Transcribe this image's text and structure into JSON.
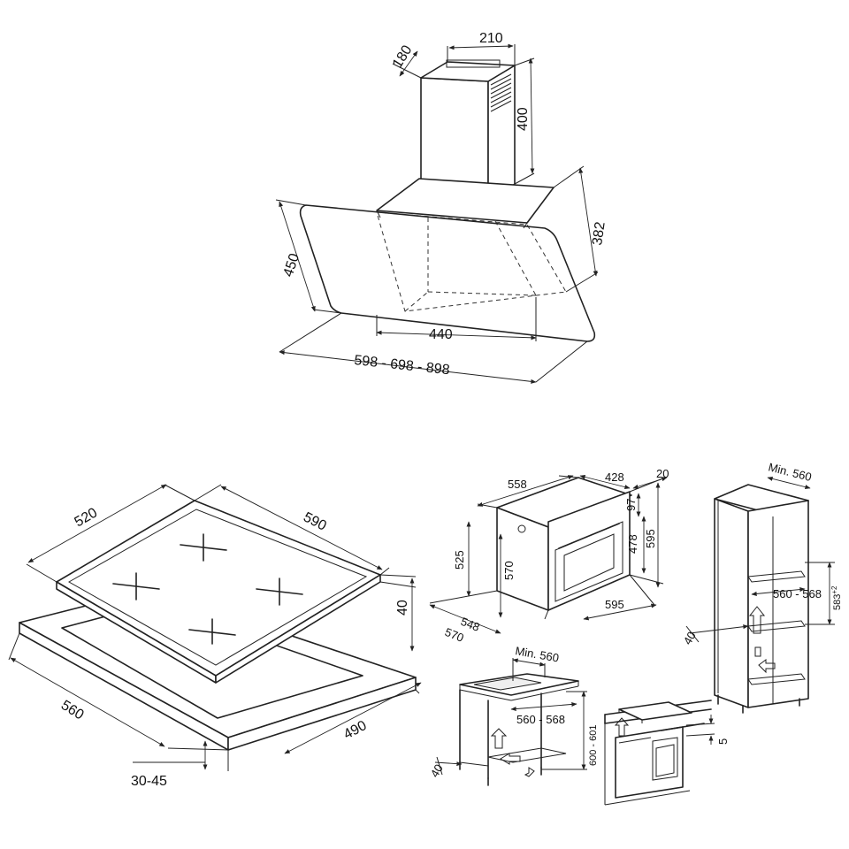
{
  "hood": {
    "dim_chimney_depth": "180",
    "dim_chimney_width": "210",
    "dim_chimney_height": "400",
    "dim_body_height": "382",
    "dim_glass_height": "450",
    "dim_inner_width": "440",
    "dim_total_width": "598 - 698 - 898"
  },
  "hob": {
    "dim_depth": "520",
    "dim_width": "590",
    "dim_thickness": "40",
    "dim_cutout_width": "560",
    "dim_cutout_depth": "490",
    "dim_worktop": "30-45"
  },
  "oven": {
    "dim_width": "558",
    "dim_depth": "428",
    "dim_front": "20",
    "dim_top": "97",
    "dim_inner_height": "478",
    "dim_height": "595",
    "dim_body_height": "525",
    "dim_side_height": "570",
    "dim_bottom_depth": "548",
    "dim_total_depth": "570",
    "dim_front_width": "595"
  },
  "column": {
    "dim_min": "Min. 560",
    "dim_niche_width": "560 - 568",
    "dim_niche_height": "583",
    "dim_niche_height_sup": "+2",
    "dim_vent": "40"
  },
  "undercounter": {
    "dim_min": "Min. 560",
    "dim_niche_width": "560 - 568",
    "dim_niche_height": "600 - 601",
    "dim_vent": "40"
  },
  "gap": {
    "dim_gap": "5"
  }
}
